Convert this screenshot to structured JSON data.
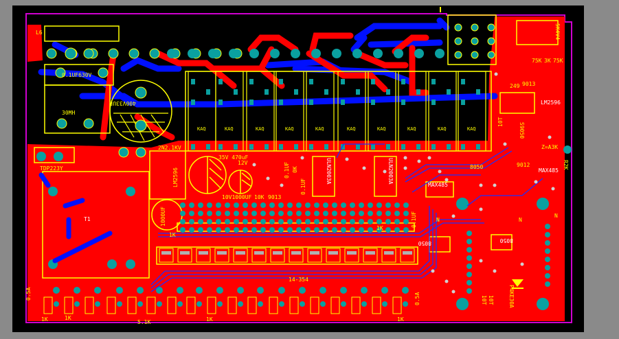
{
  "board": {
    "labels_left": {
      "l6": "L6",
      "cap_0_1uf": "0.1UF630V",
      "inductor": "30MH",
      "cap_400v": "400V33UF",
      "tdp": "TDP223Y",
      "t1": "T1",
      "r05a_left": "0.5A",
      "r1k_a": "1K",
      "r1k_b": "1K",
      "r1k_c": "1K",
      "r1k_d": "1K",
      "r5_1k": "5.1K"
    },
    "relays": {
      "label": "KAQ",
      "count": 10
    },
    "middle": {
      "diode": "2N2.1KV",
      "cap_35v": "35V 470uF",
      "v12": "12V",
      "cap_10v": "10V1000UF",
      "r10k": "10K",
      "t9013": "9013",
      "cap_01uf_a": "0.1UF",
      "cap_01uf_b": "0.1UF",
      "r0k": "0K",
      "ic_uln_a": "ULN2003A",
      "ic_uln_b": "ULN2003A",
      "lm2596": "LM2596",
      "cap_1000uf": "1000UF",
      "connector_label_1k_a": "1K",
      "connector_label_1k_b": "1K",
      "cap_01uf_c": "0.1UF",
      "lm_label": "14-354",
      "r05a_mid": "0.5A"
    },
    "right": {
      "r8050": "8050",
      "max485_a": "MAX485",
      "max485_b": "MAX485",
      "t9012": "9012",
      "t9013_r": "9013",
      "r249": "249",
      "lm2596_r": "LM2596",
      "r75k": "75K",
      "r3k": "3K",
      "r75k_b": "75K",
      "zr": "Z=A3K",
      "s9050": "S9050",
      "n_a": "N",
      "n_b": "N",
      "n_c": "N",
      "ic_8050": "8050",
      "ic_8050b": "8050",
      "p4ke": "P4KE30A",
      "d_a": "10T",
      "d_b": "10T",
      "d_c": "10T",
      "rsense": "R2K",
      "top_right": "5K4V4"
    }
  }
}
